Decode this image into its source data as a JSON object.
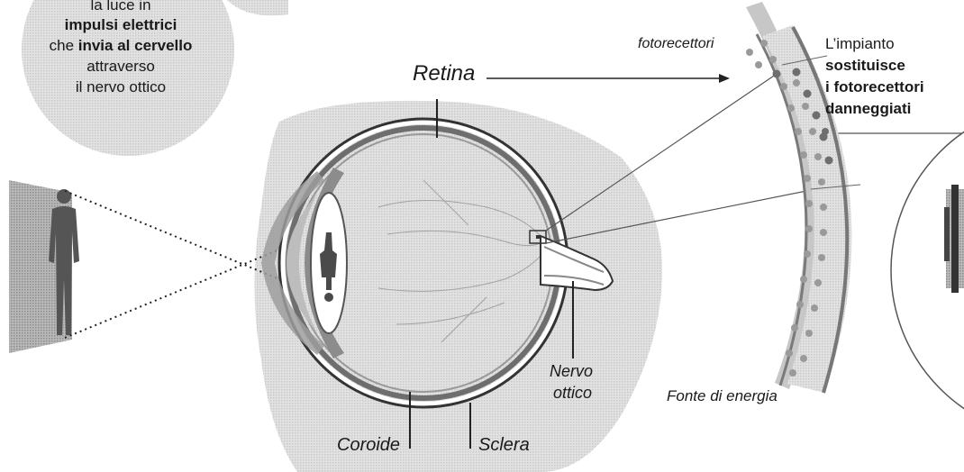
{
  "bubble": {
    "line1": "la luce in",
    "line2": "impulsi elettrici",
    "line3_pre": "che ",
    "line3_bold": "invia al cervello",
    "line4": "attraverso",
    "line5": "il nervo ottico"
  },
  "labels": {
    "retina": "Retina",
    "coroide": "Coroide",
    "sclera": "Sclera",
    "nervo_line1": "Nervo",
    "nervo_line2": "ottico",
    "fotorecettori": "fotorecettori",
    "fonte": "Fonte di energia"
  },
  "implant": {
    "line1": "L’impianto",
    "line2": "sostituisce",
    "line3": "i fotorecettori",
    "line4": "danneggiati"
  },
  "colors": {
    "halftone": "#d6d6d6",
    "eye_outer": "#3a3a3a",
    "retina_band": "#6f6f6f",
    "dots_dark": "#8a8a8a"
  }
}
